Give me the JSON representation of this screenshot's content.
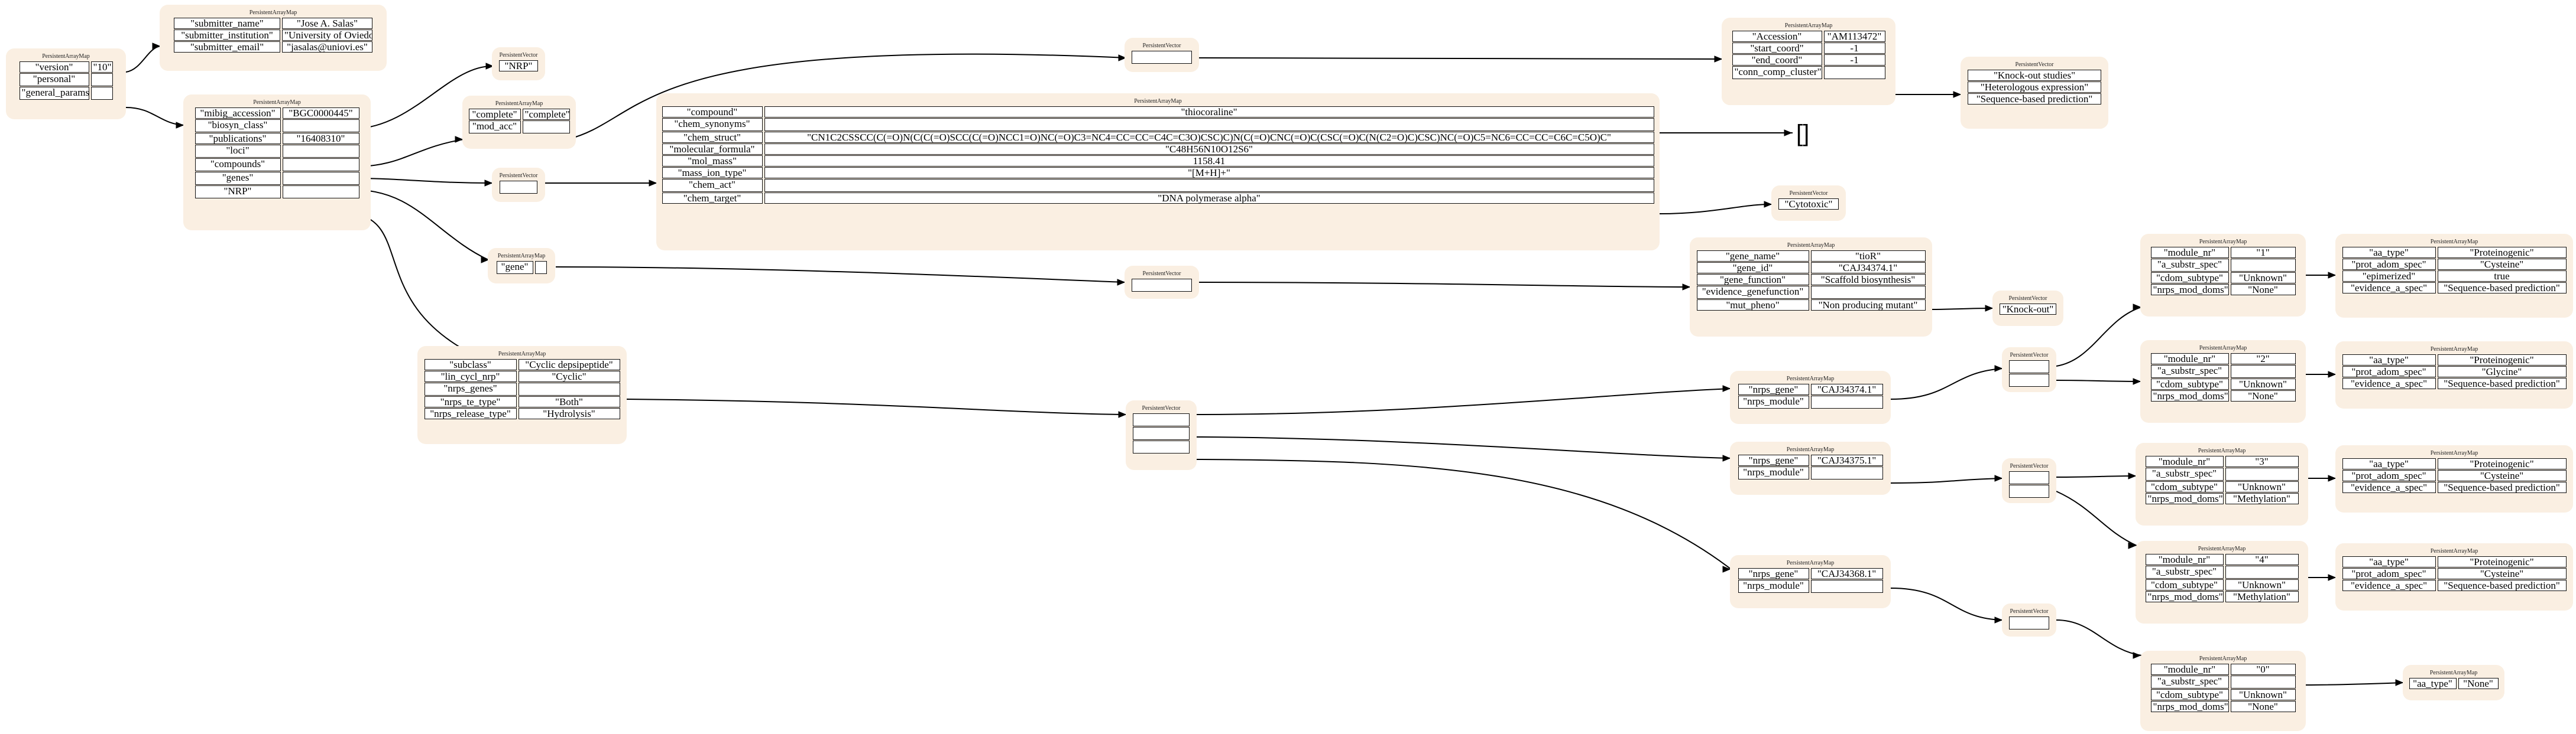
{
  "type_map": "PersistentArrayMap",
  "type_vector": "PersistentVector",
  "empty_vector": "[]",
  "nodes": {
    "root": [
      [
        "\"version\"",
        "\"10\""
      ],
      [
        "\"personal\"",
        ""
      ],
      [
        "\"general_params\"",
        ""
      ]
    ],
    "personal": [
      [
        "\"submitter_name\"",
        "\"Jose A. Salas\""
      ],
      [
        "\"submitter_institution\"",
        "\"University of Oviedo\""
      ],
      [
        "\"submitter_email\"",
        "\"jasalas@uniovi.es\""
      ]
    ],
    "general": [
      [
        "\"mibig_accession\"",
        "\"BGC0000445\""
      ],
      [
        "\"biosyn_class\"",
        ""
      ],
      [
        "\"publications\"",
        "\"16408310\""
      ],
      [
        "\"loci\"",
        ""
      ],
      [
        "\"compounds\"",
        ""
      ],
      [
        "\"genes\"",
        ""
      ],
      [
        "\"NRP\"",
        ""
      ]
    ],
    "biosyn_vec": [
      [
        "\"NRP\""
      ]
    ],
    "loci_map": [
      [
        "\"complete\"",
        "\"complete\""
      ],
      [
        "\"mod_acc\"",
        ""
      ]
    ],
    "compounds_vec": [
      [
        ""
      ]
    ],
    "loci_vec": [
      [
        ""
      ]
    ],
    "acc_map": [
      [
        "\"Accession\"",
        "\"AM113472\""
      ],
      [
        "\"start_coord\"",
        "-1"
      ],
      [
        "\"end_coord\"",
        "-1"
      ],
      [
        "\"conn_comp_cluster\"",
        ""
      ]
    ],
    "evidence_vec": [
      [
        "\"Knock-out studies\""
      ],
      [
        "\"Heterologous expression\""
      ],
      [
        "\"Sequence-based prediction\""
      ]
    ],
    "compound_map": [
      [
        "\"compound\"",
        "\"thiocoraline\""
      ],
      [
        "\"chem_synonyms\"",
        ""
      ],
      [
        "\"chem_struct\"",
        "\"CN1C2CSSCC(C(=O)N(C(C(=O)SCC(C(=O)NCC1=O)NC(=O)C3=NC4=CC=CC=C4C=C3O)CSC)C)N(C(=O)CNC(=O)C(CSC(=O)C(N(C2=O)C)CSC)NC(=O)C5=NC6=CC=CC=C6C=C5O)C\""
      ],
      [
        "\"molecular_formula\"",
        "\"C48H56N10O12S6\""
      ],
      [
        "\"mol_mass\"",
        "1158.41"
      ],
      [
        "\"mass_ion_type\"",
        "\"[M+H]+\""
      ],
      [
        "\"chem_act\"",
        ""
      ],
      [
        "\"chem_target\"",
        "\"DNA polymerase alpha\""
      ]
    ],
    "cytotoxic_vec": [
      [
        "\"Cytotoxic\""
      ]
    ],
    "genes_map": [
      [
        "\"gene\"",
        ""
      ]
    ],
    "gene_vec": [
      [
        ""
      ]
    ],
    "gene_map": [
      [
        "\"gene_name\"",
        "\"tioR\""
      ],
      [
        "\"gene_id\"",
        "\"CAJ34374.1\""
      ],
      [
        "\"gene_function\"",
        "\"Scaffold biosynthesis\""
      ],
      [
        "\"evidence_genefunction\"",
        ""
      ],
      [
        "\"mut_pheno\"",
        "\"Non producing mutant\""
      ]
    ],
    "knockout_vec": [
      [
        "\"Knock-out\""
      ]
    ],
    "nrp_map": [
      [
        "\"subclass\"",
        "\"Cyclic depsipeptide\""
      ],
      [
        "\"lin_cycl_nrp\"",
        "\"Cyclic\""
      ],
      [
        "\"nrps_genes\"",
        ""
      ],
      [
        "\"nrps_te_type\"",
        "\"Both\""
      ],
      [
        "\"nrps_release_type\"",
        "\"Hydrolysis\""
      ]
    ],
    "nrps_vec": [
      [
        ""
      ],
      [
        ""
      ],
      [
        ""
      ]
    ],
    "nrps1": [
      [
        "\"nrps_gene\"",
        "\"CAJ34374.1\""
      ],
      [
        "\"nrps_module\"",
        ""
      ]
    ],
    "nrps2": [
      [
        "\"nrps_gene\"",
        "\"CAJ34375.1\""
      ],
      [
        "\"nrps_module\"",
        ""
      ]
    ],
    "nrps3": [
      [
        "\"nrps_gene\"",
        "\"CAJ34368.1\""
      ],
      [
        "\"nrps_module\"",
        ""
      ]
    ],
    "mod_vec1": [
      [
        ""
      ],
      [
        ""
      ]
    ],
    "mod_vec2": [
      [
        ""
      ],
      [
        ""
      ]
    ],
    "mod_vec3": [
      [
        ""
      ]
    ],
    "m1": [
      [
        "\"module_nr\"",
        "\"1\""
      ],
      [
        "\"a_substr_spec\"",
        ""
      ],
      [
        "\"cdom_subtype\"",
        "\"Unknown\""
      ],
      [
        "\"nrps_mod_doms\"",
        "\"None\""
      ]
    ],
    "m2": [
      [
        "\"module_nr\"",
        "\"2\""
      ],
      [
        "\"a_substr_spec\"",
        ""
      ],
      [
        "\"cdom_subtype\"",
        "\"Unknown\""
      ],
      [
        "\"nrps_mod_doms\"",
        "\"None\""
      ]
    ],
    "m3": [
      [
        "\"module_nr\"",
        "\"3\""
      ],
      [
        "\"a_substr_spec\"",
        ""
      ],
      [
        "\"cdom_subtype\"",
        "\"Unknown\""
      ],
      [
        "\"nrps_mod_doms\"",
        "\"Methylation\""
      ]
    ],
    "m4": [
      [
        "\"module_nr\"",
        "\"4\""
      ],
      [
        "\"a_substr_spec\"",
        ""
      ],
      [
        "\"cdom_subtype\"",
        "\"Unknown\""
      ],
      [
        "\"nrps_mod_doms\"",
        "\"Methylation\""
      ]
    ],
    "m0": [
      [
        "\"module_nr\"",
        "\"0\""
      ],
      [
        "\"a_substr_spec\"",
        ""
      ],
      [
        "\"cdom_subtype\"",
        "\"Unknown\""
      ],
      [
        "\"nrps_mod_doms\"",
        "\"None\""
      ]
    ],
    "s1": [
      [
        "\"aa_type\"",
        "\"Proteinogenic\""
      ],
      [
        "\"prot_adom_spec\"",
        "\"Cysteine\""
      ],
      [
        "\"epimerized\"",
        "true"
      ],
      [
        "\"evidence_a_spec\"",
        "\"Sequence-based prediction\""
      ]
    ],
    "s2": [
      [
        "\"aa_type\"",
        "\"Proteinogenic\""
      ],
      [
        "\"prot_adom_spec\"",
        "\"Glycine\""
      ],
      [
        "\"evidence_a_spec\"",
        "\"Sequence-based prediction\""
      ]
    ],
    "s3": [
      [
        "\"aa_type\"",
        "\"Proteinogenic\""
      ],
      [
        "\"prot_adom_spec\"",
        "\"Cysteine\""
      ],
      [
        "\"evidence_a_spec\"",
        "\"Sequence-based prediction\""
      ]
    ],
    "s4": [
      [
        "\"aa_type\"",
        "\"Proteinogenic\""
      ],
      [
        "\"prot_adom_spec\"",
        "\"Cysteine\""
      ],
      [
        "\"evidence_a_spec\"",
        "\"Sequence-based prediction\""
      ]
    ],
    "s0": [
      [
        "\"aa_type\"",
        "\"None\""
      ]
    ]
  }
}
